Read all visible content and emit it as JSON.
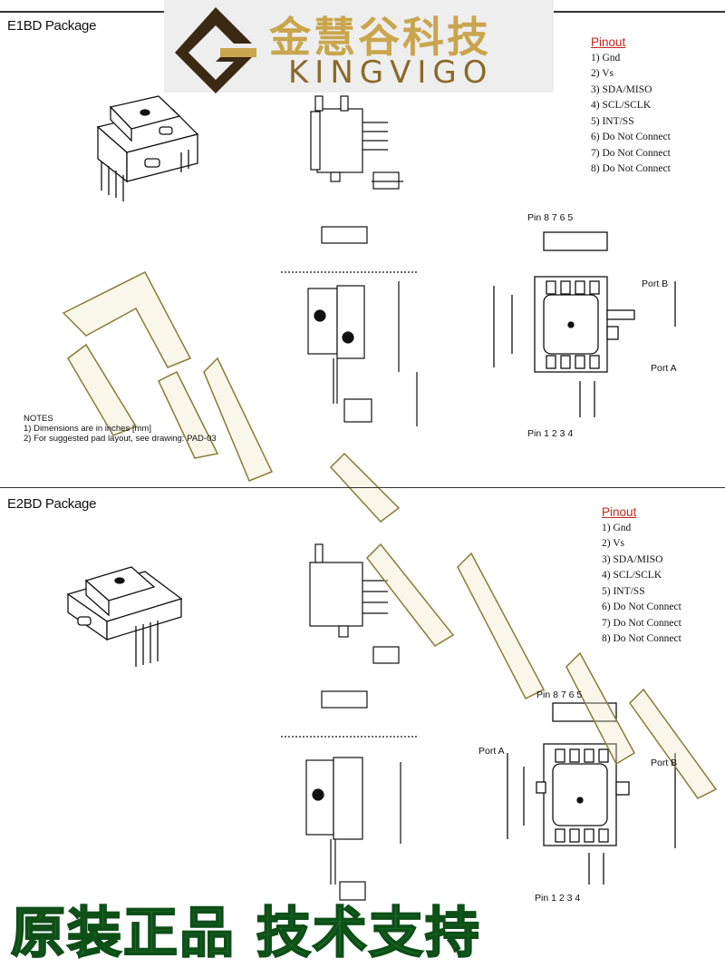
{
  "logo": {
    "cn": "金慧谷科技",
    "en": "KINGVIGO"
  },
  "watermark": "金慧谷科技",
  "banner": "原装正品 技术支持",
  "packages": [
    {
      "title": "E1BD Package",
      "pinout_heading": "Pinout",
      "pins": [
        "1) Gnd",
        "2) Vs",
        "3) SDA/MISO",
        "4) SCL/SCLK",
        "5) INT/SS",
        "6) Do Not Connect",
        "7) Do Not Connect",
        "8) Do Not Connect"
      ],
      "pin_top": "Pin 8 7 6 5",
      "pin_bottom": "Pin 1 2 3 4",
      "port_b": "Port B",
      "port_a": "Port A"
    },
    {
      "title": "E2BD Package",
      "pinout_heading": "Pinout",
      "pins": [
        "1) Gnd",
        "2) Vs",
        "3) SDA/MISO",
        "4) SCL/SCLK",
        "5) INT/SS",
        "6) Do Not Connect",
        "7) Do Not Connect",
        "8) Do Not Connect"
      ],
      "pin_top": "Pin 8 7 6 5",
      "pin_bottom": "Pin 1 2 3 4",
      "port_a": "Port A",
      "port_b": "Port B"
    }
  ],
  "notes": {
    "heading": "NOTES",
    "lines": [
      "1) Dimensions are in inches [mm]",
      "2) For suggested pad layout, see drawing: PAD-03"
    ]
  },
  "colors": {
    "pinout_heading": "#c0271c",
    "banner": "#1d7a2b",
    "logo_gold": "#c9a54d",
    "watermark": "#d8c98a"
  }
}
